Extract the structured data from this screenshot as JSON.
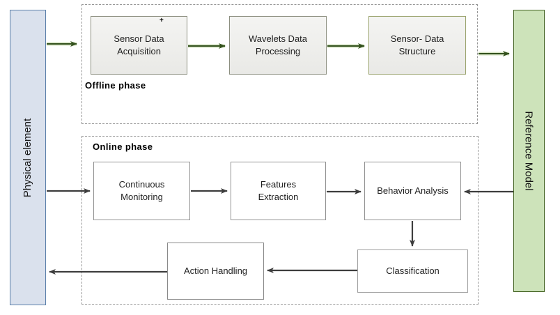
{
  "diagram": {
    "physical_element": {
      "label": "Physical element"
    },
    "reference_model": {
      "label": "Reference Model"
    },
    "offline_phase": {
      "label": "Offline phase",
      "nodes": [
        {
          "label": "Sensor Data Acquisition"
        },
        {
          "label": "Wavelets Data Processing"
        },
        {
          "label": "Sensor- Data Structure"
        }
      ]
    },
    "online_phase": {
      "label": "Online phase",
      "nodes": [
        {
          "label": "Continuous Monitoring"
        },
        {
          "label": "Features Extraction"
        },
        {
          "label": "Behavior Analysis"
        },
        {
          "label": "Classification"
        },
        {
          "label": "Action Handling"
        }
      ]
    },
    "cursor_artifact": "+",
    "colors": {
      "physical_fill": "#dae1ed",
      "physical_border": "#5c80aa",
      "reference_fill": "#cde3ba",
      "reference_border": "#40601f",
      "offline_node_fill": "#eeeeec",
      "online_node_fill": "#ffffff",
      "node_border": "#929292",
      "dashed_border": "#979797",
      "arrow_green": "#33511d",
      "arrow_gray": "#3d3d3d"
    }
  }
}
